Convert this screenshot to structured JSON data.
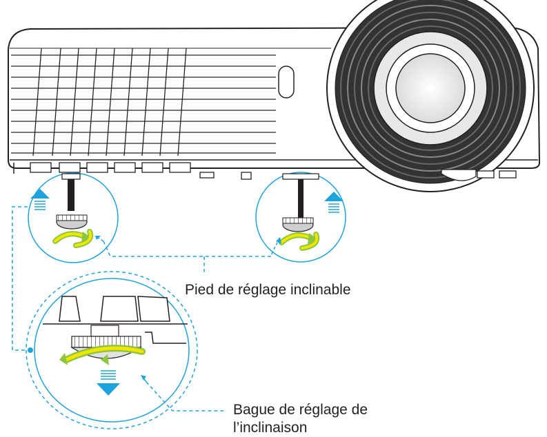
{
  "labels": {
    "tilt_foot": "Pied de réglage inclinable",
    "ring_line1": "Bague de réglage de",
    "ring_line2": "l’inclinaison"
  },
  "colors": {
    "accent_blue": "#1ea3dc",
    "arrow_yellow": "#f2e600",
    "arrow_green": "#8dc63f",
    "outline": "#231f20"
  },
  "icons": {
    "up_arrow": "up-arrow-icon",
    "down_arrow": "down-arrow-icon",
    "rotate_arrows": "rotate-arrows-icon"
  }
}
